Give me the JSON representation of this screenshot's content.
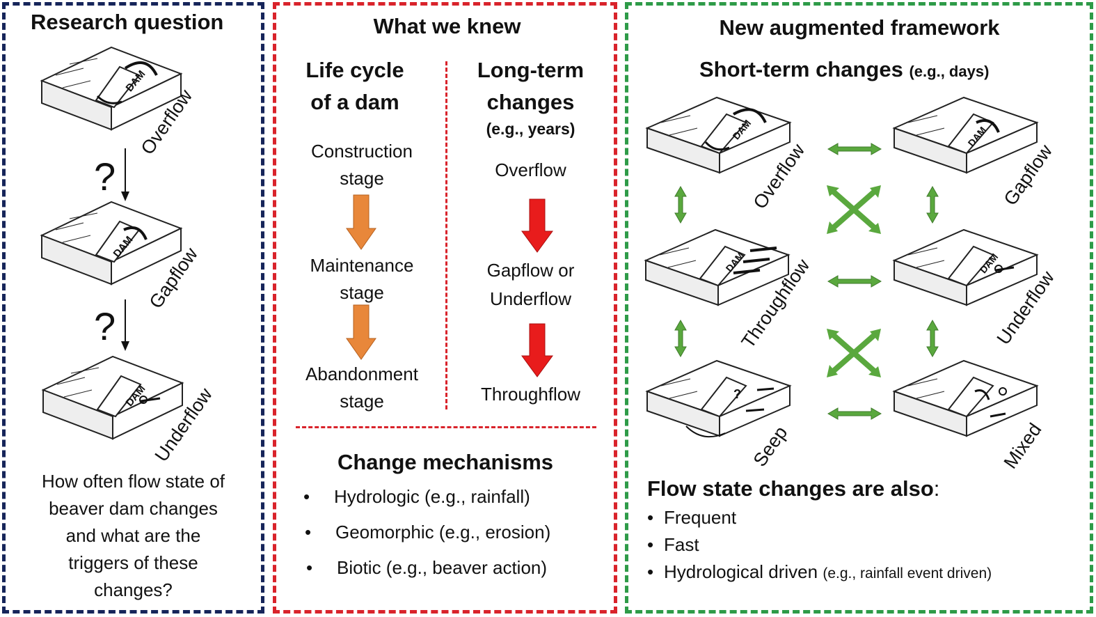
{
  "panel1": {
    "title": "Research question",
    "question_mark": "?",
    "dam_label": "DAM",
    "states": [
      "Overflow",
      "Gapflow",
      "Underflow"
    ],
    "question_lines": [
      "How often flow state of",
      "beaver dam changes",
      "and what are the",
      "triggers of these",
      "changes?"
    ]
  },
  "panel2": {
    "title": "What we knew",
    "col1_title_lines": [
      "Life cycle",
      "of a dam"
    ],
    "col1_stages": [
      [
        "Construction",
        "stage"
      ],
      [
        "Maintenance",
        "stage"
      ],
      [
        "Abandonment",
        "stage"
      ]
    ],
    "col2_title_lines": [
      "Long-term",
      "changes"
    ],
    "col2_subtitle": "(e.g., years)",
    "col2_stages": [
      [
        "Overflow"
      ],
      [
        "Gapflow or",
        "Underflow"
      ],
      [
        "Throughflow"
      ]
    ],
    "mechanisms_title": "Change mechanisms",
    "mechanisms": [
      "Hydrologic (e.g., rainfall)",
      "Geomorphic (e.g., erosion)",
      "Biotic (e.g., beaver action)"
    ],
    "bullet": "•"
  },
  "panel3": {
    "title": "New augmented framework",
    "subtitle": "Short-term changes",
    "subtitle_note": "(e.g., days)",
    "dam_label": "DAM",
    "states": [
      "Overflow",
      "Gapflow",
      "Throughflow",
      "Underflow",
      "Seep",
      "Mixed"
    ],
    "seep_mark": "?",
    "also_title": "Flow state changes are also",
    "also_colon": ":",
    "also_items": [
      "Frequent",
      "Fast",
      "Hydrological driven"
    ],
    "also_last_note": "(e.g., rainfall event driven)",
    "bullet": "•"
  },
  "colors": {
    "panel1_border": "#16255a",
    "panel2_border": "#d9232b",
    "panel3_border": "#2e9b48",
    "stage_arrow": "#e8873a",
    "longterm_arrow": "#e81c1c",
    "framework_arrow": "#5aa83e"
  }
}
